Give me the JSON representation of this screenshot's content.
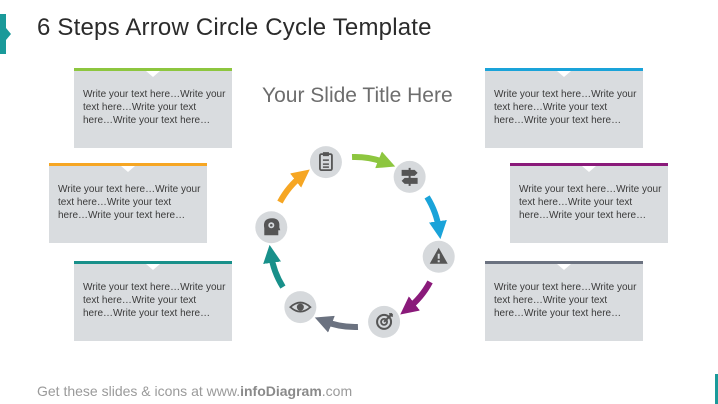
{
  "header": {
    "title": "6 Steps Arrow Circle Cycle Template"
  },
  "slide": {
    "subtitle": "Your Slide Title Here"
  },
  "boxes": [
    {
      "text": "Write your text here…Write your text here…Write your text here…Write your text here…",
      "color": "#8dc63f"
    },
    {
      "text": "Write your text here…Write your text here…Write your text here…Write your text here…",
      "color": "#f6a623"
    },
    {
      "text": "Write your text here…Write your text here…Write your text here…Write your text here…",
      "color": "#18908a"
    },
    {
      "text": "Write your text here…Write your text here…Write your text here…Write your text here…",
      "color": "#1aa3d9"
    },
    {
      "text": "Write your text here…Write your text here…Write your text here…Write your text here…",
      "color": "#8a1a7a"
    },
    {
      "text": "Write your text here…Write your text here…Write your text here…Write your text here…",
      "color": "#6b7280"
    }
  ],
  "cycle": {
    "icons": [
      "clipboard-icon",
      "signpost-icon",
      "warning-icon",
      "target-icon",
      "eye-icon",
      "head-gear-icon"
    ],
    "arrow_colors": [
      "#8dc63f",
      "#1aa3d9",
      "#8a1a7a",
      "#6b7280",
      "#18908a",
      "#f6a623"
    ],
    "node_color": "#d6d9dc"
  },
  "footer": {
    "prefix": "Get these slides & icons at www.",
    "brand": "infoDiagram",
    "suffix": ".com"
  }
}
